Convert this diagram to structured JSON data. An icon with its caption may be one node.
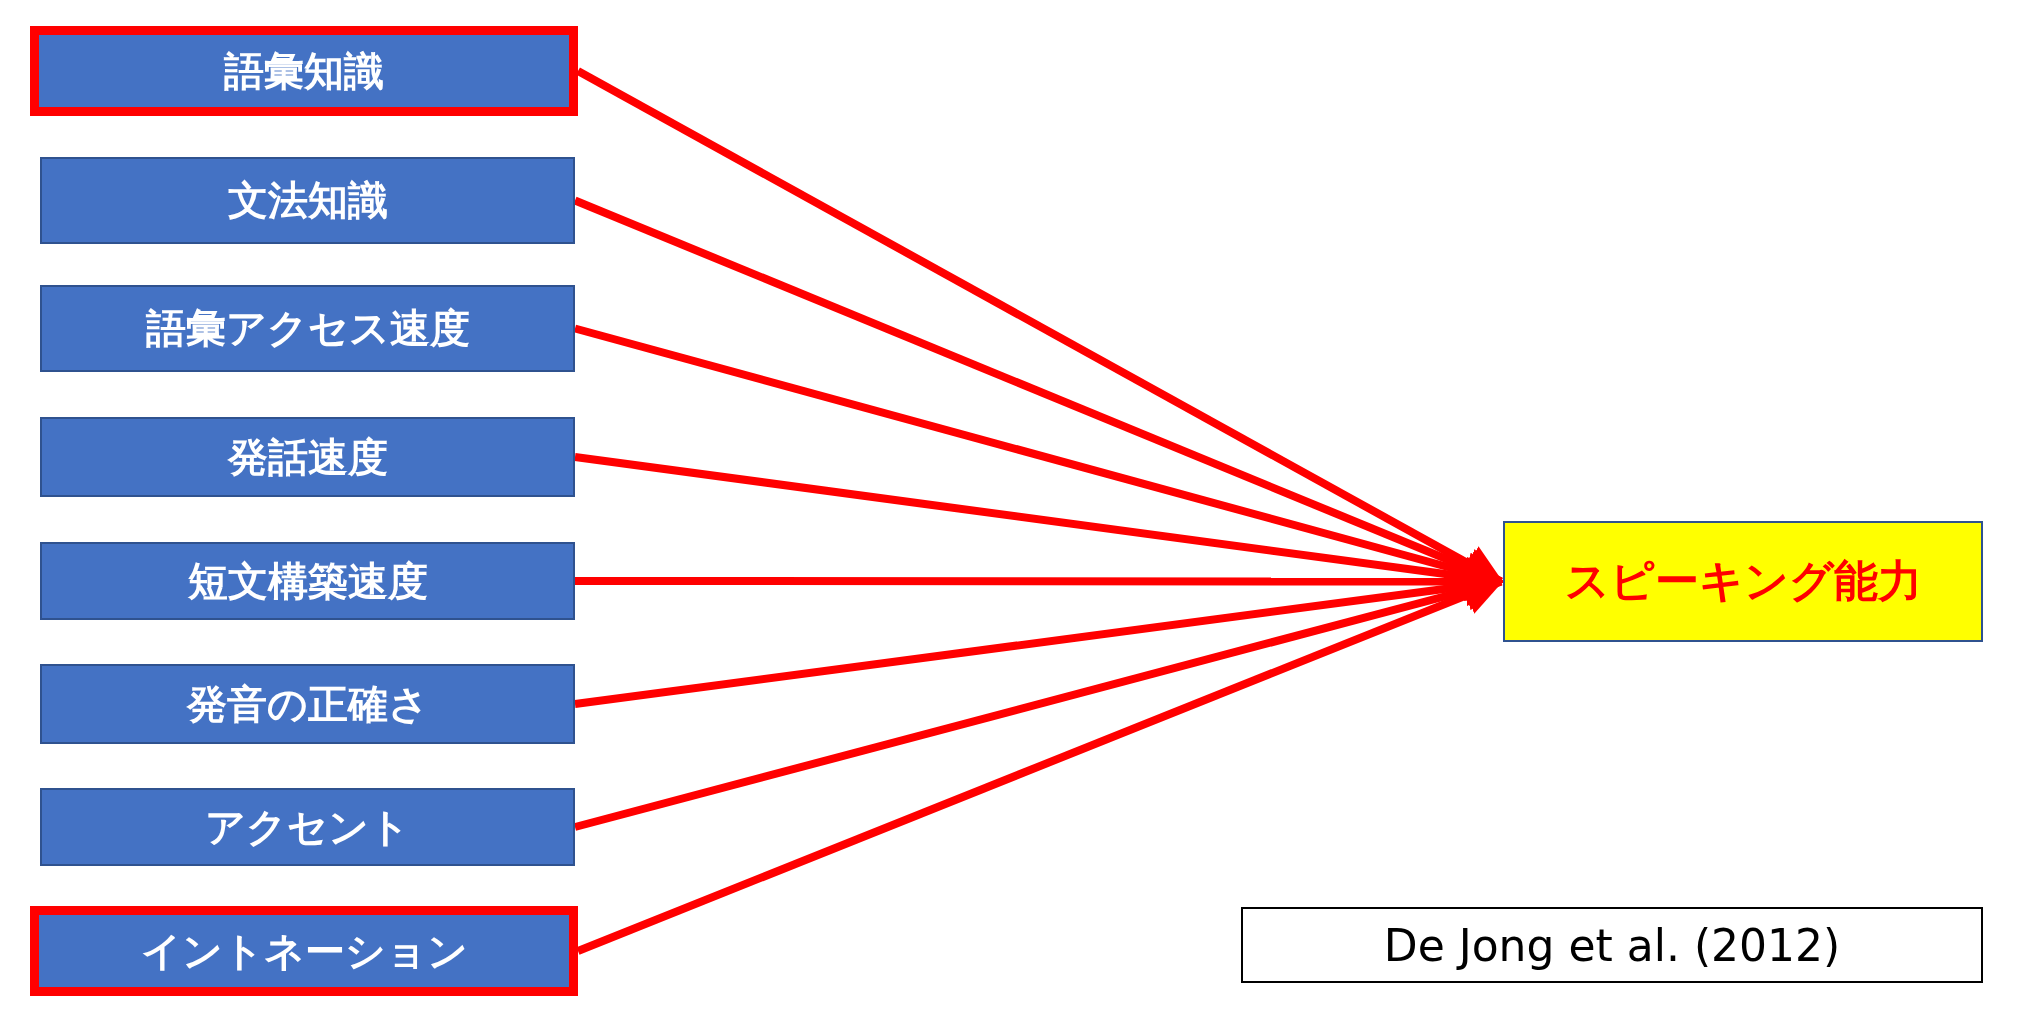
{
  "diagram": {
    "nodes": [
      {
        "text": [
          "語彙知識"
        ]
      },
      {
        "text": [
          "文法知識"
        ]
      },
      {
        "text": [
          "語彙アクセス速度"
        ]
      },
      {
        "text": [
          "発話速度"
        ]
      },
      {
        "text": [
          "短文構築速度"
        ]
      },
      {
        "text": [
          "発音の正確さ"
        ]
      },
      {
        "text": [
          "アクセント"
        ]
      },
      {
        "text": [
          "イントネーション"
        ]
      },
      {
        "text": [
          "スピーキング能力"
        ]
      },
      {
        "text": [
          "De Jong et al. (2012)"
        ]
      }
    ],
    "edges": [
      {
        "from": 0,
        "to": 8,
        "arrow": "to"
      },
      {
        "from": 1,
        "to": 8,
        "arrow": "to"
      },
      {
        "from": 2,
        "to": 8,
        "arrow": "to"
      },
      {
        "from": 3,
        "to": 8,
        "arrow": "to"
      },
      {
        "from": 4,
        "to": 8,
        "arrow": "to"
      },
      {
        "from": 5,
        "to": 8,
        "arrow": "to"
      },
      {
        "from": 6,
        "to": 8,
        "arrow": "to"
      },
      {
        "from": 7,
        "to": 8,
        "arrow": "to"
      }
    ]
  }
}
